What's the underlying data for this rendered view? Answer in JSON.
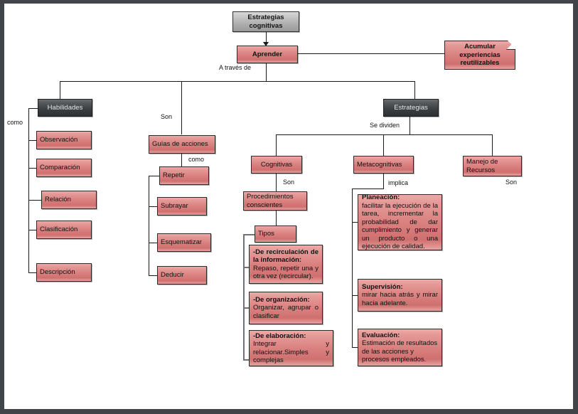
{
  "diagram": {
    "title_node": {
      "label": "Estrategias\ncognitivas",
      "line1": "Estrategias",
      "line2": "cognitivas"
    },
    "root": {
      "label": "Aprender"
    },
    "accumulate": {
      "line1": "Acumular",
      "line2": "experiencias",
      "line3": "reutilizables"
    },
    "labels": {
      "a_traves_de": "A través de",
      "como_habilidades": "como",
      "son_guias": "Son",
      "como_guias": "como",
      "se_dividen": "Se dividen",
      "son_cognitivas": "Son",
      "implica": "implica",
      "son_recursos": "Son"
    },
    "branches": {
      "habilidades": {
        "label": "Habilidades"
      },
      "estrategias": {
        "label": "Estrategias"
      }
    },
    "habilidades_items": [
      {
        "label": "Observación"
      },
      {
        "label": "Comparación"
      },
      {
        "label": "Relación"
      },
      {
        "label": "Clasificación"
      },
      {
        "label": "Descripción"
      }
    ],
    "guias": {
      "label": "Guías de acciones"
    },
    "guias_items": [
      {
        "label": "Repetir"
      },
      {
        "label": "Subrayar"
      },
      {
        "label": "Esquematizar"
      },
      {
        "label": "Deducir"
      }
    ],
    "estrategia_tipos": [
      {
        "label": "Cognitivas"
      },
      {
        "label": "Metacognitivas"
      },
      {
        "label": "Manejo de\nRecursos",
        "line1": "Manejo de",
        "line2": "Recursos"
      }
    ],
    "cognitivas_chain": {
      "procedimientos": {
        "line1": "Procedimientos",
        "line2": "conscientes"
      },
      "tipos": {
        "label": "Tipos"
      }
    },
    "cognitivas_items": [
      {
        "head": "-De recirculación de la información:",
        "body": " Repaso, repetir una y otra vez (recircular)."
      },
      {
        "head": "-De organización:",
        "body": " Organizar, agrupar o clasificar"
      },
      {
        "head": "-De elaboración:",
        "body": " Integrar y relacionar.Simples y complejas"
      }
    ],
    "metacognitivas_items": [
      {
        "head": "Planeación:",
        "body": " facilitar la ejecución de la tarea, incrementar la probabilidad de dar cumplimiento y generar un producto o una ejecución de calidad."
      },
      {
        "head": "Supervisión:",
        "body": " mirar hacia atrás y mirar hacia adelante."
      },
      {
        "head": "Evaluación:",
        "body": " Estimación de resultados de las acciones y procesos empleados."
      }
    ],
    "colors": {
      "frame": "#41454a",
      "canvas": "#ffffff",
      "node_red": "#d9807f",
      "node_dark": "#3b3e41",
      "node_grey": "#b5b5b5",
      "line": "#1a1a1a"
    }
  }
}
